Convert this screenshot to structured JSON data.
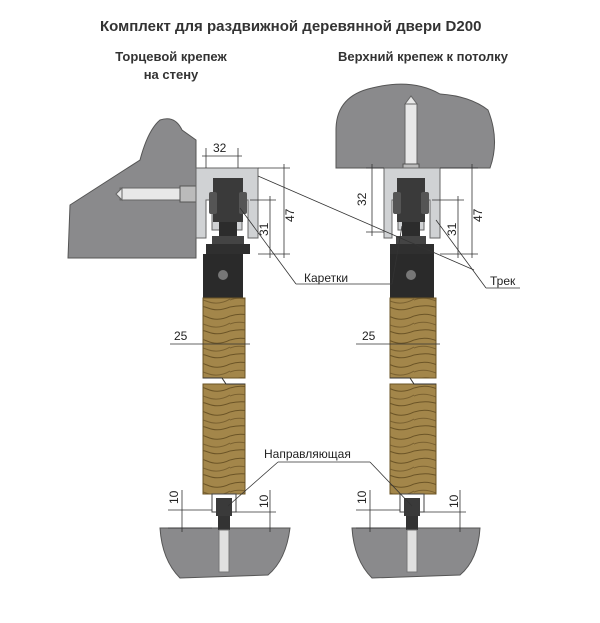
{
  "title": "Комплект для раздвижной деревянной двери D200",
  "left_heading": {
    "line1": "Торцевой крепеж",
    "line2": "на стену"
  },
  "right_heading": {
    "line1": "Верхний крепеж к потолку"
  },
  "labels": {
    "carriages": "Каретки",
    "track": "Трек",
    "guide": "Направляющая"
  },
  "dimensions": {
    "left_top_width": "32",
    "left_height_outer": "47",
    "left_height_inner": "31",
    "left_door_thickness": "25",
    "left_guide_gap": "10",
    "left_guide_height": "10",
    "right_track_height": "32",
    "right_height_outer": "47",
    "right_height_inner": "31",
    "right_door_thickness": "25",
    "right_guide_gap": "10",
    "right_guide_height": "10"
  },
  "colors": {
    "concrete": "#8a8a8c",
    "wood": "#a3864a",
    "wood_grain": "#6b5426",
    "metal_dark": "#3a3a3a",
    "track": "#d0d2d4"
  }
}
